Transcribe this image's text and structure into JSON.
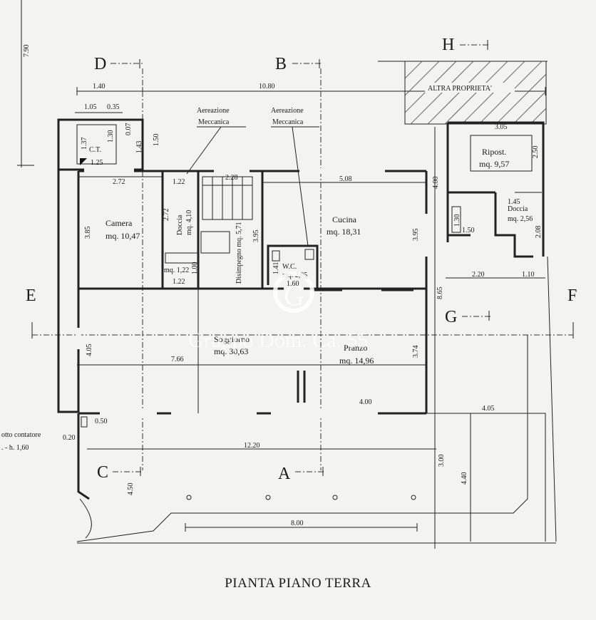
{
  "title": "PIANTA PIANO TERRA",
  "watermark": {
    "text": "Gruppo Dom. Ca. 55",
    "mark": "G"
  },
  "sections": {
    "a": "A",
    "b": "B",
    "c": "C",
    "d": "D",
    "e": "E",
    "f": "F",
    "g": "G",
    "h": "H"
  },
  "rooms": {
    "camera": {
      "name": "Camera",
      "area": "mq. 10,47"
    },
    "doccia1": {
      "name": "Doccia",
      "area": "mq. 4,10"
    },
    "disimpegno": {
      "name": "Disimpegno mq. 5,71"
    },
    "cucina": {
      "name": "Cucina",
      "area": "mq. 18,31"
    },
    "wc": {
      "name": "W.C.",
      "area": "mq. 2,05"
    },
    "soggiorno": {
      "name": "Soggiorno",
      "area": "mq. 30,63"
    },
    "pranzo": {
      "name": "Pranzo",
      "area": "mq. 14,96"
    },
    "ripost": {
      "name": "Ripost.",
      "area": "mq. 9,57"
    },
    "doccia2": {
      "name": "Doccia",
      "area": "mq. 2,56"
    },
    "ct": {
      "name": "C.T."
    },
    "mq122": {
      "area": "mq. 1,22"
    }
  },
  "labels": {
    "aer1a": "Aereazione",
    "aer1b": "Meccanica",
    "aer2a": "Aereazione",
    "aer2b": "Meccanica",
    "altra": "ALTRA PROPRIETA'",
    "contatore1": "otto contatore",
    "contatore2": ". - h. 1,60"
  },
  "dims": {
    "d790": "7.90",
    "d140": "1.40",
    "d1080": "10.80",
    "d105": "1.05",
    "d035": "0.35",
    "d007": "0.07",
    "d130": "1.30",
    "d143": "1.43",
    "d150a": "1.50",
    "d137": "1.37",
    "d125": "1.25",
    "d272a": "2.72",
    "d122a": "1.22",
    "d228": "2.28",
    "d508": "5.08",
    "d400a": "4.00",
    "d305": "3.05",
    "d250": "2.50",
    "d385": "3.85",
    "d272b": "2.72",
    "d395a": "3.95",
    "d395b": "3.95",
    "d145": "1.45",
    "d130b": "1.30",
    "d150b": "1.50",
    "d208": "2.08",
    "d100": "1.00",
    "d141": "1.41",
    "d160": "1.60",
    "d122b": "1.22",
    "d220": "2.20",
    "d110": "1.10",
    "d865": "8.65",
    "d405a": "4.05",
    "d766": "7.66",
    "d374": "3.74",
    "d400b": "4.00",
    "d405b": "4.05",
    "d050": "0.50",
    "d020": "0.20",
    "d1220": "12.20",
    "d300": "3.00",
    "d440": "4.40",
    "d450": "4.50",
    "d800": "8.00"
  }
}
